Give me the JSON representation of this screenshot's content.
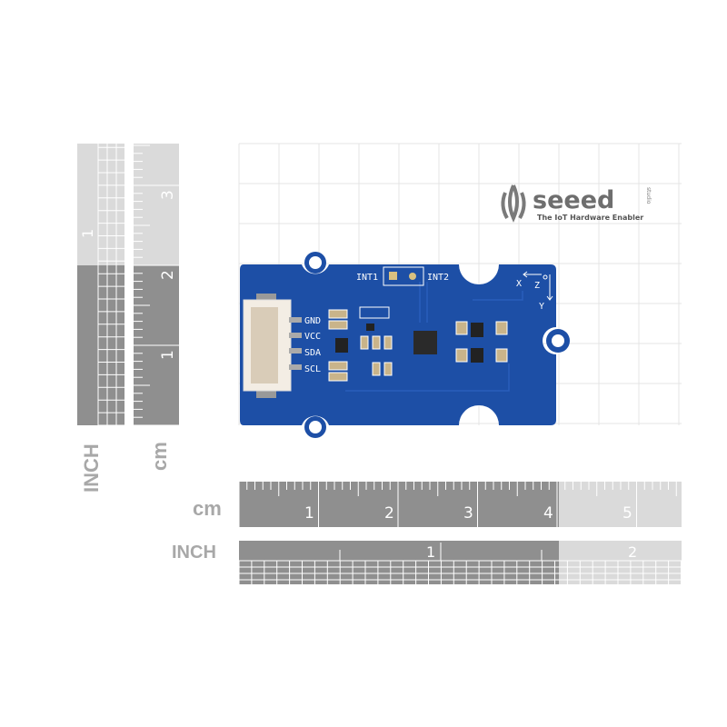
{
  "logo": {
    "brand": "seeed",
    "sub": "studio",
    "tagline": "The IoT Hardware Enabler"
  },
  "board": {
    "pins": [
      "GND",
      "VCC",
      "SDA",
      "SCL"
    ],
    "int_labels": [
      "INT1",
      "INT2"
    ],
    "axes": [
      "X",
      "Z",
      "Y"
    ],
    "color": "#1d4fa6"
  },
  "rulers": {
    "vertical_inch": {
      "unit": "INCH",
      "labels": [
        "1"
      ]
    },
    "vertical_cm": {
      "unit": "cm",
      "labels": [
        "3",
        "2",
        "1"
      ]
    },
    "horizontal_cm": {
      "unit": "cm",
      "labels": [
        "1",
        "2",
        "3",
        "4",
        "5"
      ]
    },
    "horizontal_inch": {
      "unit": "INCH",
      "labels": [
        "1",
        "2"
      ]
    }
  }
}
